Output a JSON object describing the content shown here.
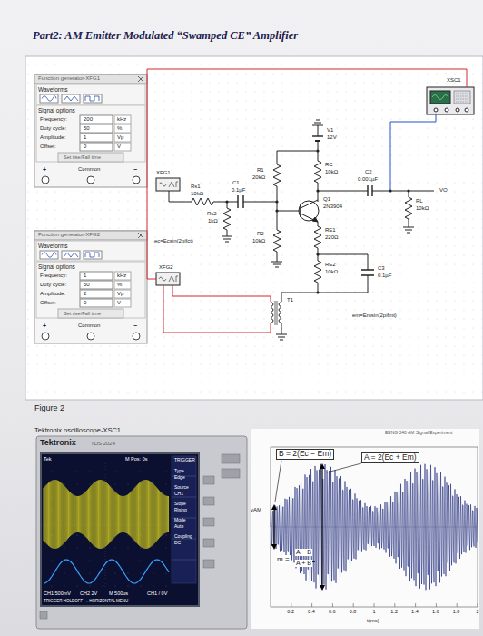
{
  "diagram": {
    "title": "Part2: AM Emitter Modulated “Swamped CE” Amplifier",
    "caption": "Figure 2",
    "nodes": [
      {
        "text": [
          "Function generator-XFG1",
          "Waveforms",
          "Signal options",
          "Frequency:",
          "200",
          "kHz",
          "Duty cycle:",
          "50",
          "%",
          "Amplitude:",
          "1",
          "Vp",
          "Offset:",
          "0",
          "V",
          "Set rise/Fall time",
          "Common",
          "+",
          "−"
        ]
      },
      {
        "text": [
          "Function generator-XFG2",
          "Waveforms",
          "Signal options",
          "Frequency:",
          "1",
          "kHz",
          "Duty cycle:",
          "50",
          "%",
          "Amplitude:",
          "2",
          "Vp",
          "Offset:",
          "0",
          "V",
          "Set rise/Fall time",
          "Common",
          "+",
          "−"
        ]
      },
      {
        "text": [
          "Tektronix oscilloscope-XSC1",
          "Tektronix",
          "TDS 2024",
          "Tek",
          "M Pos: 0s",
          "TRIGGER",
          "Type",
          "Edge",
          "Source",
          "CH1",
          "Slope",
          "Rising",
          "Mode",
          "Auto",
          "Coupling",
          "DC",
          "CH1 500mV",
          "CH2 2V",
          "M 500us",
          "CH1 / 0V",
          "TRIGGER HOLDOFF → HORIZONTAL MENU"
        ]
      },
      {
        "text": [
          "EENG 340 AM Signal Experiment",
          "B = 2(Ec − Em)",
          "A = 2(Ec + Em)",
          "m =",
          "A − B",
          "A + B",
          "vAM",
          "0.2",
          "0.4",
          "0.6",
          "0.8",
          "1",
          "1.2",
          "1.4",
          "1.6",
          "1.8",
          "2",
          "t(ms)"
        ]
      }
    ],
    "labels": [
      "XFG1",
      "Rs1",
      "10kΩ",
      "C1",
      "0.1µF",
      "Rs2",
      "1kΩ",
      "ec=Ecsin(2pifct)",
      "R1",
      "20kΩ",
      "R2",
      "10kΩ",
      "V1",
      "12V",
      "RC",
      "10kΩ",
      "Q1",
      "2N3904",
      "C2",
      "0.001µF",
      "RL",
      "10kΩ",
      "VO",
      "RE1",
      "220Ω",
      "RE2",
      "10kΩ",
      "C3",
      "0.1µF",
      "XSC1",
      "XFG2",
      "T1",
      "em=Emsin(2pifmt)"
    ]
  }
}
